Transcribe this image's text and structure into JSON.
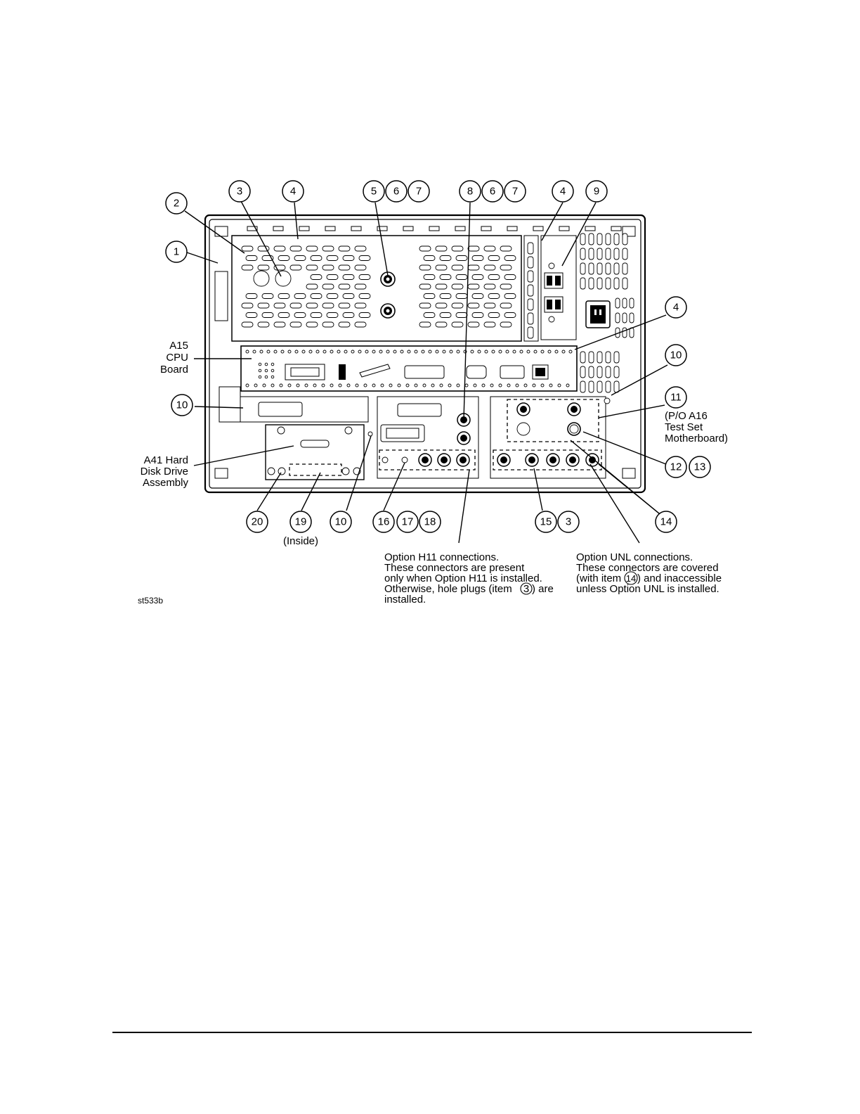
{
  "figure_code": "st533b",
  "callout_labels": {
    "a15_line1": "A15",
    "a15_line2": "CPU",
    "a15_line3": "Board",
    "a41_line1": "A41 Hard",
    "a41_line2": "Disk Drive",
    "a41_line3": "Assembly",
    "p_o_a16_line1": "(P/O A16",
    "p_o_a16_line2": "Test Set",
    "p_o_a16_line3": "Motherboard)",
    "inside": "(Inside)"
  },
  "numbers": {
    "n1": "1",
    "n2": "2",
    "n3": "3",
    "n4": "4",
    "n5": "5",
    "n6": "6",
    "n7": "7",
    "n8": "8",
    "n9": "9",
    "n10": "10",
    "n11": "11",
    "n12": "12",
    "n13": "13",
    "n14": "14",
    "n15": "15",
    "n16": "16",
    "n17": "17",
    "n18": "18",
    "n19": "19",
    "n20": "20"
  },
  "notes": {
    "h11_line1": "Option H11 connections.",
    "h11_line2": "These connectors are present",
    "h11_line3": "only when Option H11 is installed.",
    "h11_line4a": "Otherwise, hole plugs (item",
    "h11_line4_item": "3",
    "h11_line4b": ") are",
    "h11_line5": "installed.",
    "unl_line1": "Option UNL connections.",
    "unl_line2": "These connectors are covered",
    "unl_line3a": "(with item",
    "unl_line3_item": "14",
    "unl_line3b": ") and inaccessible",
    "unl_line4": "unless Option UNL is installed."
  }
}
